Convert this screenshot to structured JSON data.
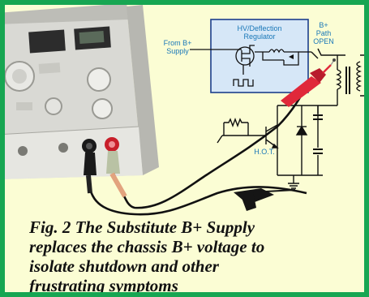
{
  "regulator_label_line1": "HV/Deflection",
  "regulator_label_line2": "Regulator",
  "from_supply_line1": "From B+",
  "from_supply_line2": "Supply",
  "bplus_path_line1": "B+",
  "bplus_path_line2": "Path",
  "bplus_path_line3": "OPEN",
  "hot_label": "H.O.T.",
  "caption_lines": [
    "Fig. 2 The Substitute B+ Supply",
    "replaces the chassis B+ voltage to",
    "isolate shutdown and other",
    "frustrating symptoms"
  ],
  "colors": {
    "frame_border": "#17a652",
    "background": "#fbfdd4",
    "regulator_fill": "#d6e7f7",
    "label_text": "#1a78b8",
    "probe_red": "#e0283a",
    "lead_black": "#111111"
  }
}
